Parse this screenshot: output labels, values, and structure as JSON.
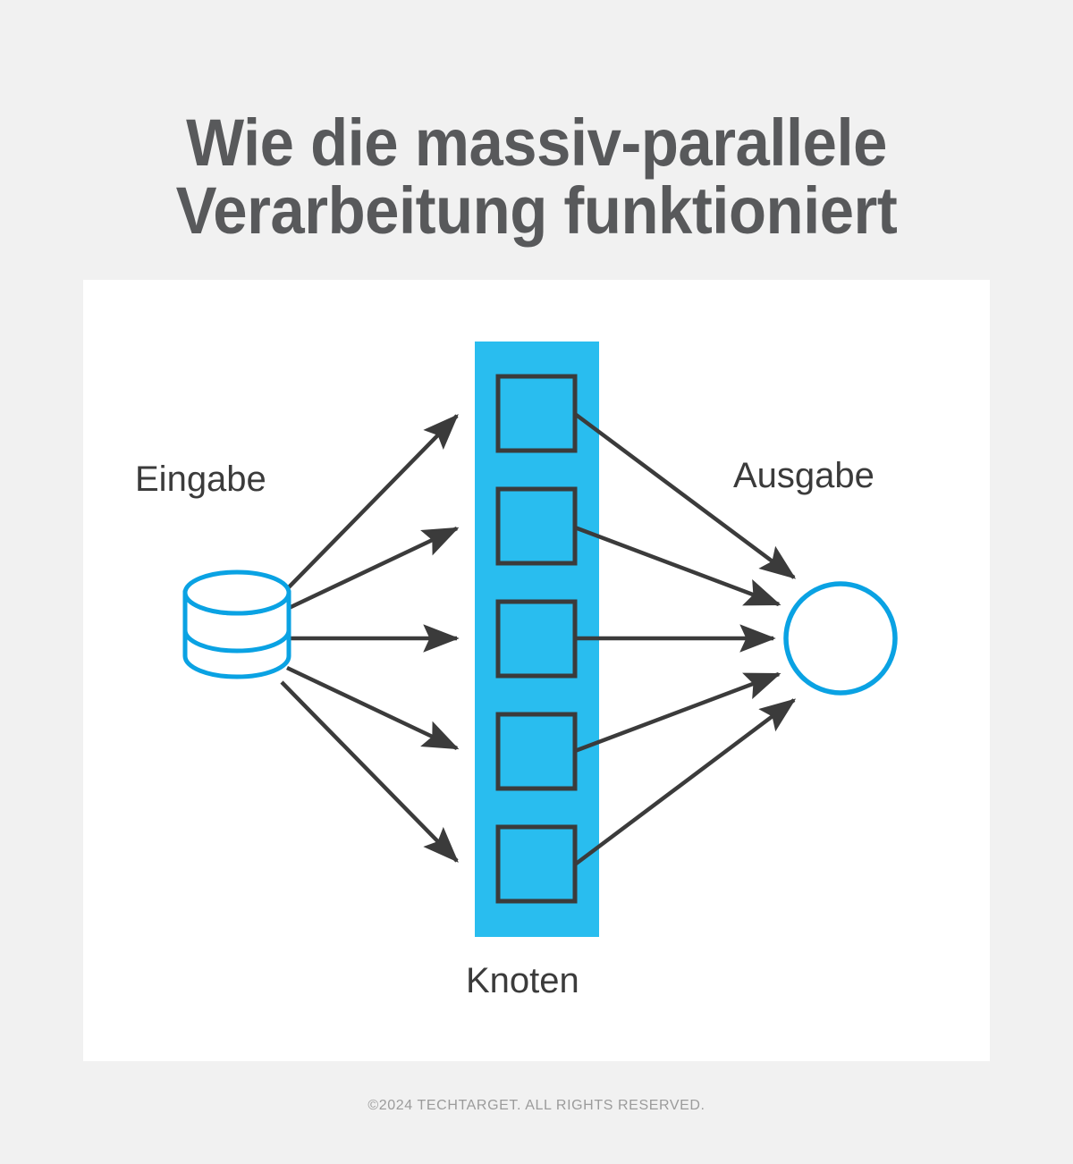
{
  "page": {
    "background_color": "#f1f1f1",
    "card_color": "#ffffff"
  },
  "header": {
    "title": "Wie die massiv-parallele\nVerarbeitung funktioniert",
    "title_color": "#58595b"
  },
  "diagram": {
    "type": "flow-diagram",
    "accent_color": "#29bdef",
    "node_bar_color": "#29bdef",
    "stroke_color": "#3b3b3b",
    "labels": {
      "input": "Eingabe",
      "nodes": "Knoten",
      "output": "Ausgabe"
    },
    "input_node": {
      "icon": "database-cylinder-icon",
      "label": "Eingabe",
      "outline_color": "#0aa2e3",
      "fill_color": "#ffffff",
      "disc_count": 3
    },
    "node_bar": {
      "label": "Knoten",
      "fill_color": "#29bdef",
      "node_count": 5,
      "node_outline_color": "#3b3b3b"
    },
    "output_node": {
      "icon": "circle-icon",
      "label": "Ausgabe",
      "outline_color": "#0aa2e3",
      "fill_color": "#ffffff"
    },
    "input_arrows": 5,
    "output_arrows": 5
  },
  "footer": {
    "copyright": "©2024 TECHTARGET. ALL RIGHTS RESERVED."
  }
}
